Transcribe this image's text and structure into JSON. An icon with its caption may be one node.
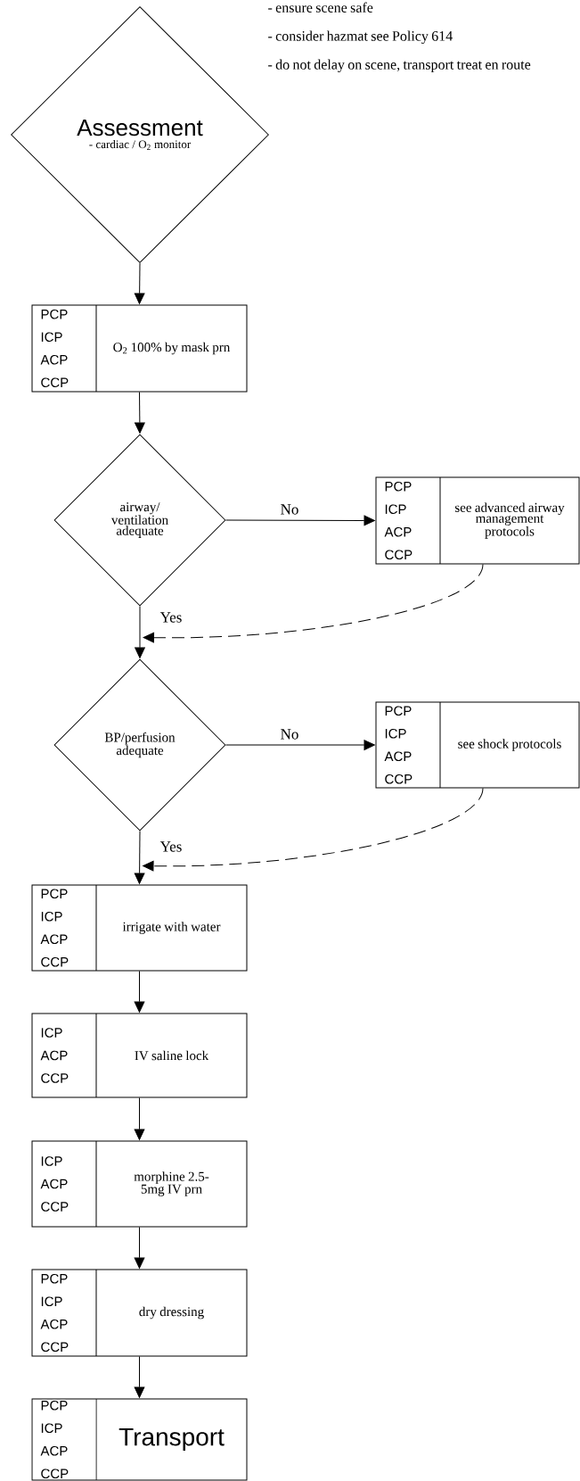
{
  "diagram": {
    "nodes": [
      {
        "text": [
          "Assessment",
          "- cardiac / O$_{2}$ monitor"
        ]
      },
      {
        "text": [
          "PCP",
          "ICP",
          "ACP",
          "CCP",
          "O$_{2}$ 100% by mask prn"
        ]
      },
      {
        "text": [
          "airway/ ventilation adequate"
        ]
      },
      {
        "text": [
          "PCP",
          "ICP",
          "ACP",
          "CCP",
          "see advanced airway management protocols"
        ]
      },
      {
        "text": [
          "BP/perfusion adequate"
        ]
      },
      {
        "text": [
          "PCP",
          "ICP",
          "ACP",
          "CCP",
          "see shock protocols"
        ]
      },
      {
        "text": [
          "PCP",
          "ICP",
          "ACP",
          "CCP",
          "irrigate with water"
        ]
      },
      {
        "text": [
          "ICP",
          "ACP",
          "CCP",
          "IV saline lock"
        ]
      },
      {
        "text": [
          "ICP",
          "ACP",
          "CCP",
          "morphine 2.5-5mg IV prn"
        ]
      },
      {
        "text": [
          "PCP",
          "ICP",
          "ACP",
          "CCP",
          "dry dressing"
        ]
      },
      {
        "text": [
          "PCP",
          "ICP",
          "ACP",
          "CCP",
          "Transport"
        ]
      }
    ],
    "edges": [
      {
        "from": 0,
        "to": 1,
        "arrow": "to"
      },
      {
        "from": 1,
        "to": 2,
        "arrow": "to"
      },
      {
        "from": 2,
        "to": 3,
        "arrow": "to",
        "label": "No"
      },
      {
        "from": 2,
        "to": 4,
        "arrow": "to",
        "label": "Yes"
      },
      {
        "from": 3,
        "to": 4,
        "arrow": "to",
        "style": "dashed"
      },
      {
        "from": 4,
        "to": 5,
        "arrow": "to",
        "label": "No"
      },
      {
        "from": 4,
        "to": 6,
        "arrow": "to",
        "label": "Yes"
      },
      {
        "from": 5,
        "to": 6,
        "arrow": "to",
        "style": "dashed"
      },
      {
        "from": 6,
        "to": 7,
        "arrow": "to"
      },
      {
        "from": 7,
        "to": 8,
        "arrow": "to"
      },
      {
        "from": 8,
        "to": 9,
        "arrow": "to"
      },
      {
        "from": 9,
        "to": 10,
        "arrow": "to"
      }
    ],
    "labels": [
      "- ensure scene safe",
      "- consider hazmat see Policy 614",
      "- do not delay on scene, transport treat en route"
    ]
  }
}
